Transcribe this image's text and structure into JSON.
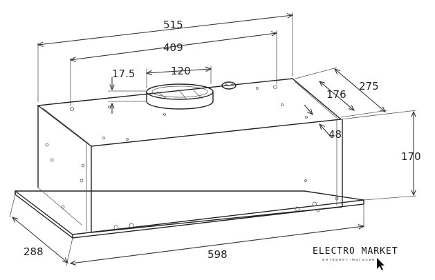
{
  "dimensions": {
    "overall_width": "515",
    "mount_spacing": "409",
    "duct_offset": "17.5",
    "duct_diameter": "120",
    "depth_top": "275",
    "inner_depth": "176",
    "front_lip": "48",
    "height": "170",
    "panel_depth": "288",
    "panel_width": "598"
  },
  "brand": {
    "name": "ELECTRO MARKET",
    "tagline": "интернет-магазин"
  }
}
